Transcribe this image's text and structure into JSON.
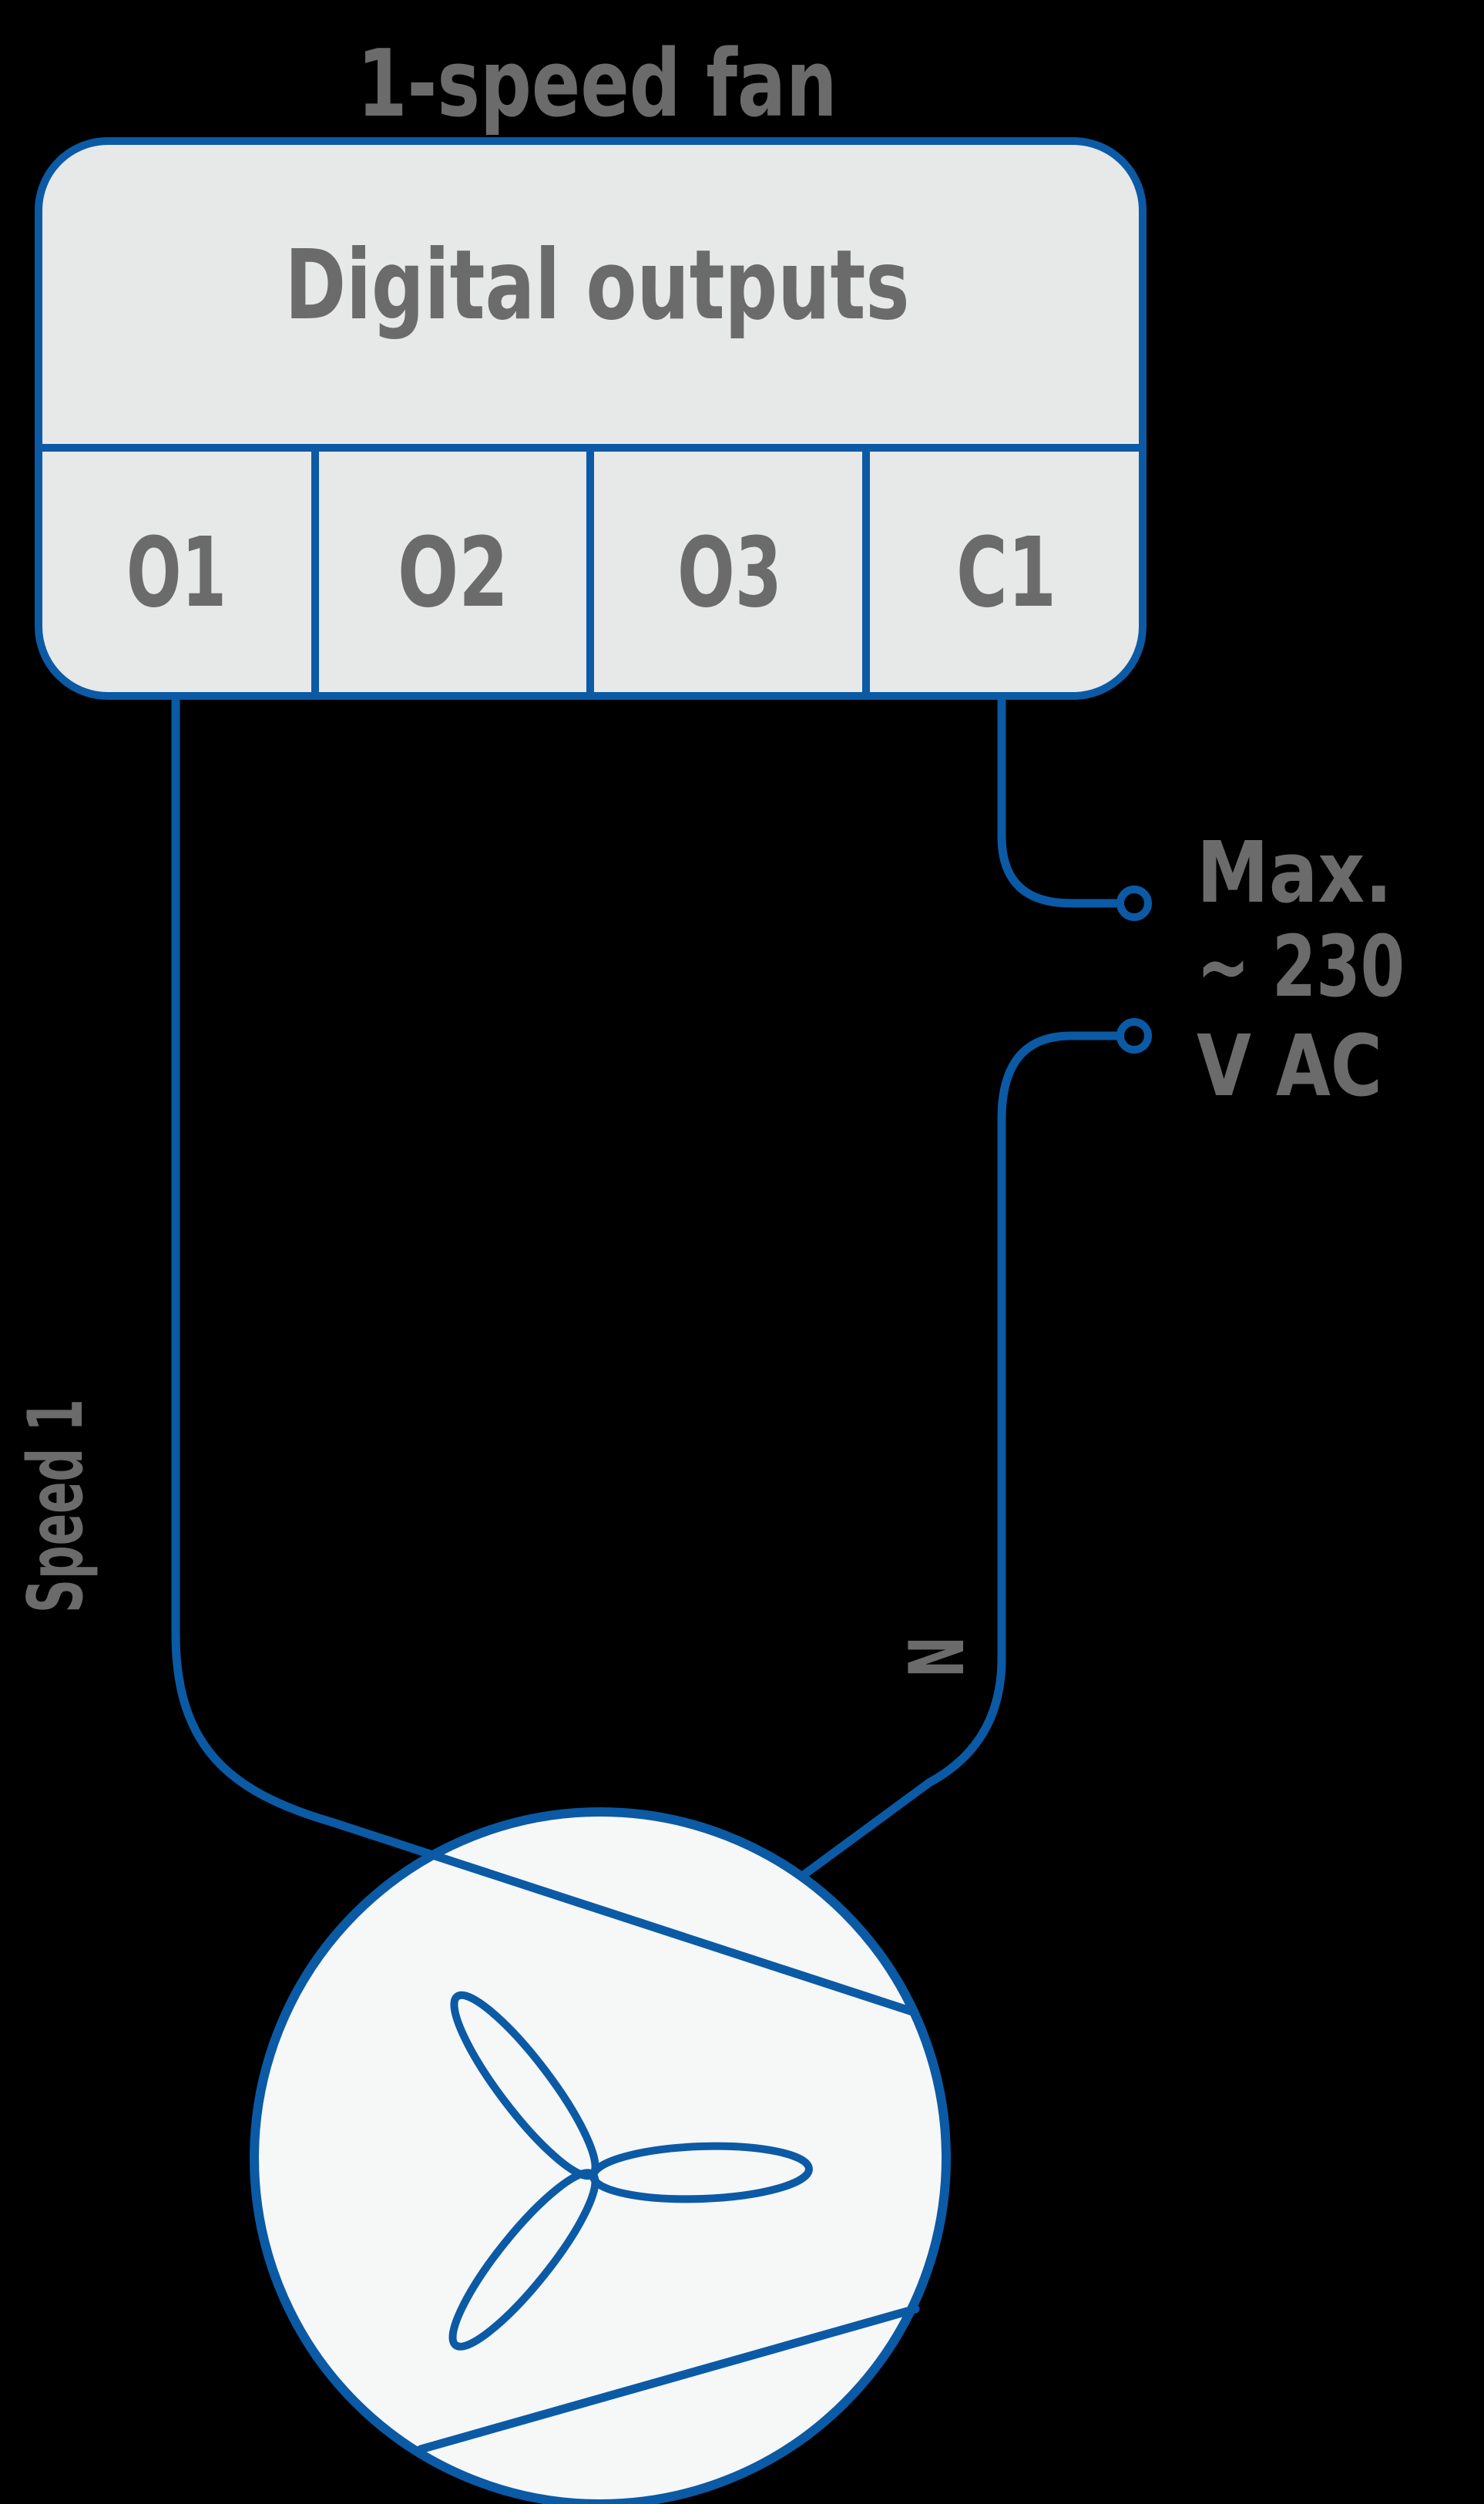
{
  "title": "1-speed fan",
  "terminal_block": {
    "header": "Digital outputs",
    "terminals": [
      "O1",
      "O2",
      "O3",
      "C1"
    ]
  },
  "wire_labels": {
    "speed": "Speed 1",
    "neutral": "N"
  },
  "supply_label": {
    "line1": "Max.",
    "line2": "~ 230",
    "line3": "V AC"
  },
  "colors": {
    "background": "#000000",
    "wire_blue": "#0B5AA5",
    "block_fill": "#E7E8E8",
    "fan_fill": "#F6F7F7",
    "label_gray": "#6B6B6B"
  }
}
